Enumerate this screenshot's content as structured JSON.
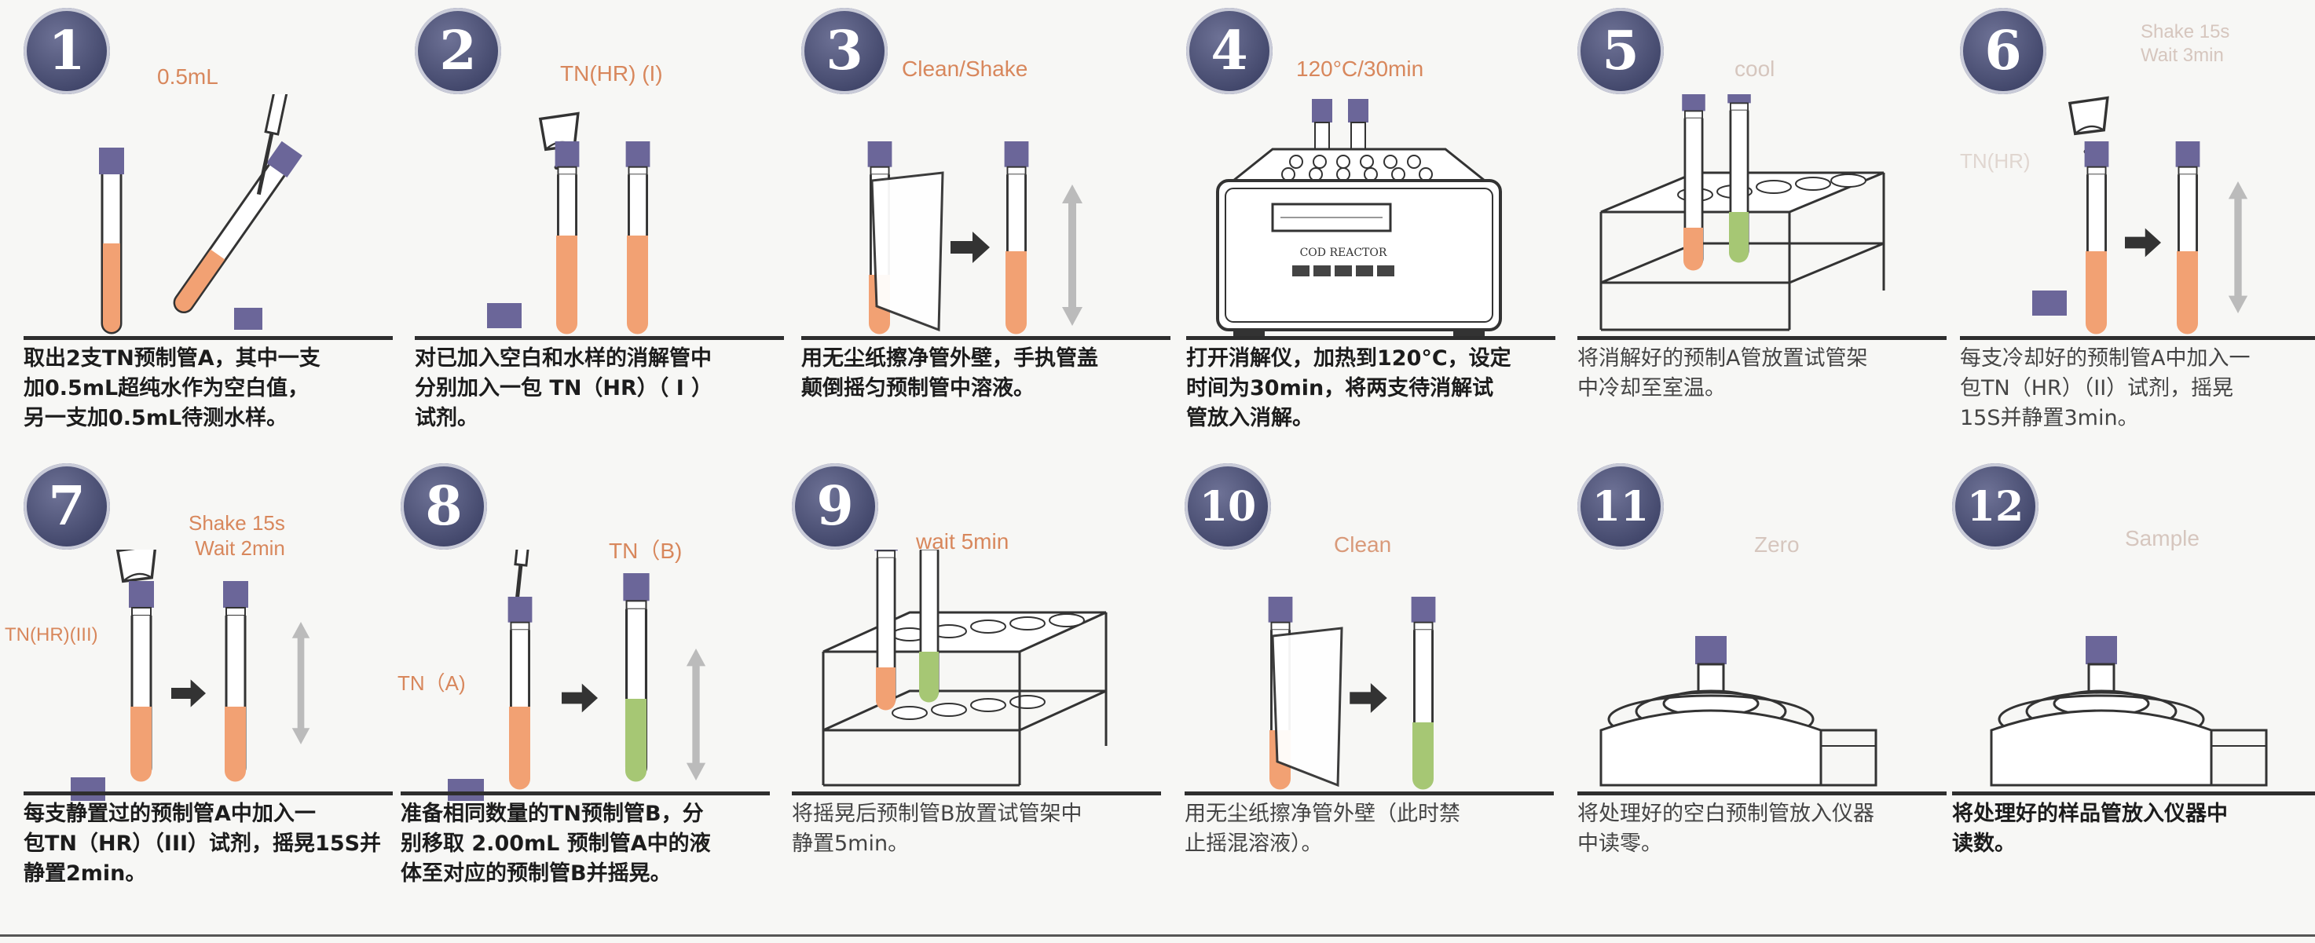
{
  "colors": {
    "badge": "#4a4f73",
    "label_orange": "#d8875c",
    "liquid_orange": "#f2a173",
    "liquid_green": "#a6c774",
    "cap": "#6b6699"
  },
  "steps": [
    {
      "num": "1",
      "label": "0.5mL",
      "desc": [
        "取出2支TN预制管A，其中一支",
        "加0.5mL超纯水作为空白值，",
        "另一支加0.5mL待测水样。"
      ]
    },
    {
      "num": "2",
      "label": "TN(HR) (I)",
      "desc": [
        "对已加入空白和水样的消解管中",
        "分别加入一包 TN（HR）（ I ）",
        "试剂。"
      ]
    },
    {
      "num": "3",
      "label": "Clean/Shake",
      "desc": [
        "用无尘纸擦净管外壁，手执管盖",
        "颠倒摇匀预制管中溶液。"
      ]
    },
    {
      "num": "4",
      "label": "120°C/30min",
      "reactor_text": "COD REACTOR",
      "desc": [
        "打开消解仪，加热到120°C，设定",
        "时间为30min，将两支待消解试",
        "管放入消解。"
      ]
    },
    {
      "num": "5",
      "label": "cool",
      "desc": [
        "将消解好的预制A管放置试管架",
        "中冷却至室温。"
      ]
    },
    {
      "num": "6",
      "label": "Shake 15s",
      "label2": "Wait 3min",
      "side_label": "TN(HR)",
      "desc": [
        "每支冷却好的预制管A中加入一",
        "包TN（HR）（II）试剂，摇晃",
        "15S并静置3min。"
      ]
    },
    {
      "num": "7",
      "label": "Shake 15s",
      "label2": "Wait 2min",
      "side_label": "TN(HR)(III)",
      "desc": [
        "每支静置过的预制管A中加入一",
        "包TN（HR）（III）试剂，摇晃15S并",
        "静置2min。"
      ]
    },
    {
      "num": "8",
      "label": "TN（B)",
      "side_label": "TN（A)",
      "desc": [
        "准备相同数量的TN预制管B，分",
        "别移取 2.00mL 预制管A中的液",
        "体至对应的预制管B并摇晃。"
      ]
    },
    {
      "num": "9",
      "label": "wait 5min",
      "desc": [
        "将摇晃后预制管B放置试管架中",
        "静置5min。"
      ]
    },
    {
      "num": "10",
      "label": "Clean",
      "desc": [
        "用无尘纸擦净管外壁（此时禁",
        "止摇混溶液）。"
      ]
    },
    {
      "num": "11",
      "label": "Zero",
      "desc": [
        "将处理好的空白预制管放入仪器",
        "中读零。"
      ]
    },
    {
      "num": "12",
      "label": "Sample",
      "desc": [
        "将处理好的样品管放入仪器中",
        "读数。"
      ]
    }
  ]
}
